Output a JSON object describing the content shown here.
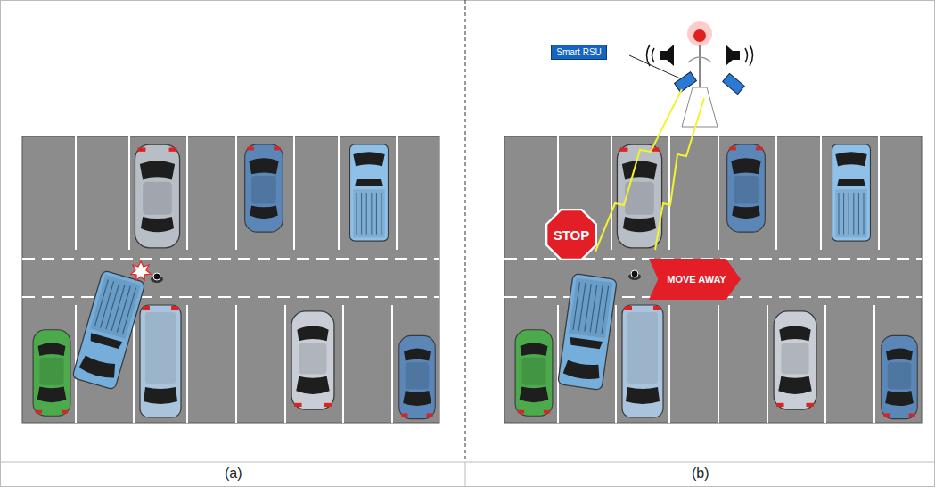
{
  "diagram": {
    "nodes": [
      {
        "text": [
          "Smart RSU"
        ]
      },
      {
        "text": [
          "STOP"
        ]
      },
      {
        "text": [
          "MOVE AWAY"
        ]
      }
    ],
    "labels": [
      "(a)",
      "(b)"
    ]
  }
}
